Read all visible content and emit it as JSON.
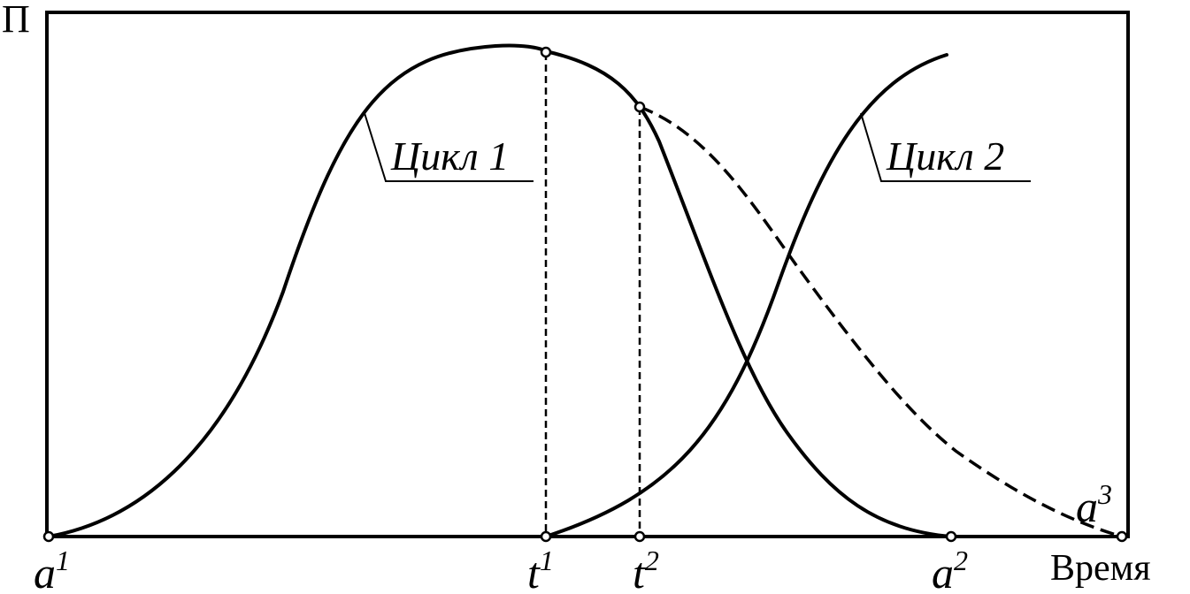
{
  "axes": {
    "y_label": "П",
    "x_label": "Время"
  },
  "curves": {
    "cycle1_label": "Цикл 1",
    "cycle2_label": "Цикл 2"
  },
  "points": {
    "a1": {
      "base": "a",
      "sup": "1"
    },
    "t1": {
      "base": "t",
      "sup": "1"
    },
    "t2": {
      "base": "t",
      "sup": "2"
    },
    "a2": {
      "base": "a",
      "sup": "2"
    },
    "a3": {
      "base": "a",
      "sup": "3"
    }
  }
}
